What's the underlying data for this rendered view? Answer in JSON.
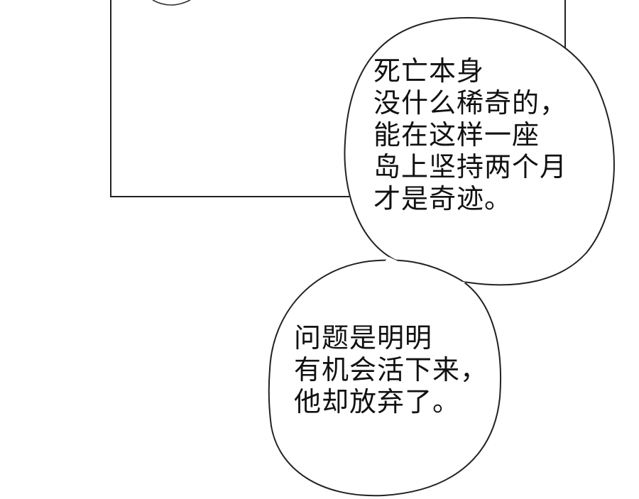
{
  "comic_panel": {
    "bubbles": [
      {
        "lines": [
          "死亡本身",
          "没什么稀奇的，",
          "能在这样一座",
          "岛上坚持两个月",
          "才是奇迹。"
        ]
      },
      {
        "lines": [
          "问题是明明",
          "有机会活下来，",
          "他却放弃了。"
        ]
      }
    ],
    "colors": {
      "background": "#ffffff",
      "ink": "#111111"
    }
  }
}
